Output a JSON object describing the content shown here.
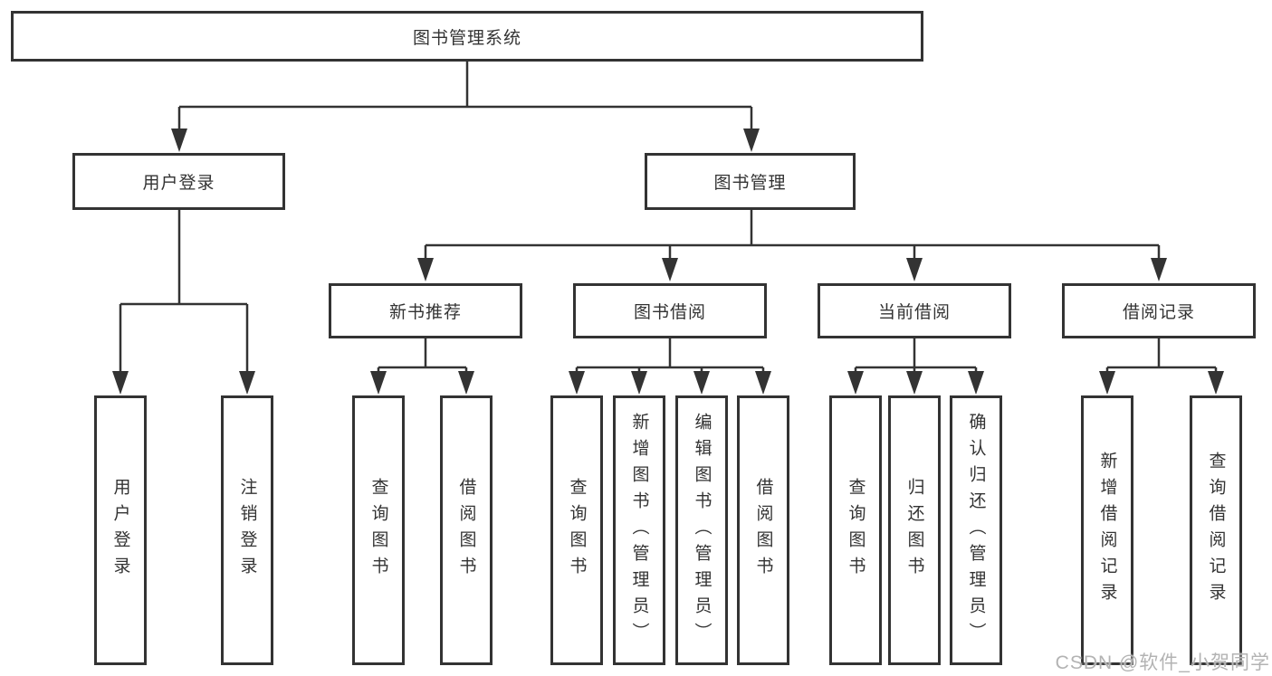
{
  "colors": {
    "line": "#333333",
    "box_border": "#333333",
    "text": "#333333",
    "background": "#ffffff",
    "watermark": "#b3b3b3"
  },
  "watermark": {
    "text": "CSDN @软件_小贺同学"
  },
  "tree": {
    "root": {
      "label": "图书管理系统"
    },
    "children": [
      {
        "label": "用户登录",
        "children": [
          {
            "label": "用户登录"
          },
          {
            "label": "注销登录"
          }
        ]
      },
      {
        "label": "图书管理",
        "children": [
          {
            "label": "新书推荐",
            "children": [
              {
                "label": "查询图书"
              },
              {
                "label": "借阅图书"
              }
            ]
          },
          {
            "label": "图书借阅",
            "children": [
              {
                "label": "查询图书"
              },
              {
                "label": "新增图书（管理员）"
              },
              {
                "label": "编辑图书（管理员）"
              },
              {
                "label": "借阅图书"
              }
            ]
          },
          {
            "label": "当前借阅",
            "children": [
              {
                "label": "查询图书"
              },
              {
                "label": "归还图书"
              },
              {
                "label": "确认归还（管理员）"
              }
            ]
          },
          {
            "label": "借阅记录",
            "children": [
              {
                "label": "新增借阅记录"
              },
              {
                "label": "查询借阅记录"
              }
            ]
          }
        ]
      }
    ]
  }
}
